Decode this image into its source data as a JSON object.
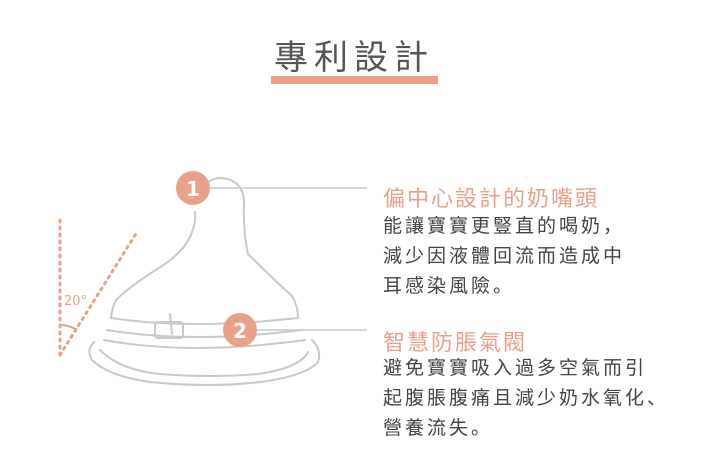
{
  "title": "專利設計",
  "angle_label": "20°",
  "features": [
    {
      "number": "1",
      "heading": "偏中心設計的奶嘴頭",
      "lines": [
        "能讓寶寶更豎直的喝奶，",
        "減少因液體回流而造成中",
        "耳感染風險。"
      ]
    },
    {
      "number": "2",
      "heading": "智慧防脹氣閥",
      "lines": [
        "避免寶寶吸入過多空氣而引",
        "起腹脹腹痛且減少奶水氧化、",
        "營養流失。"
      ]
    }
  ],
  "colors": {
    "accent": "#e9a289",
    "line": "#c9c9c9",
    "text": "#444444",
    "title": "#555555"
  }
}
